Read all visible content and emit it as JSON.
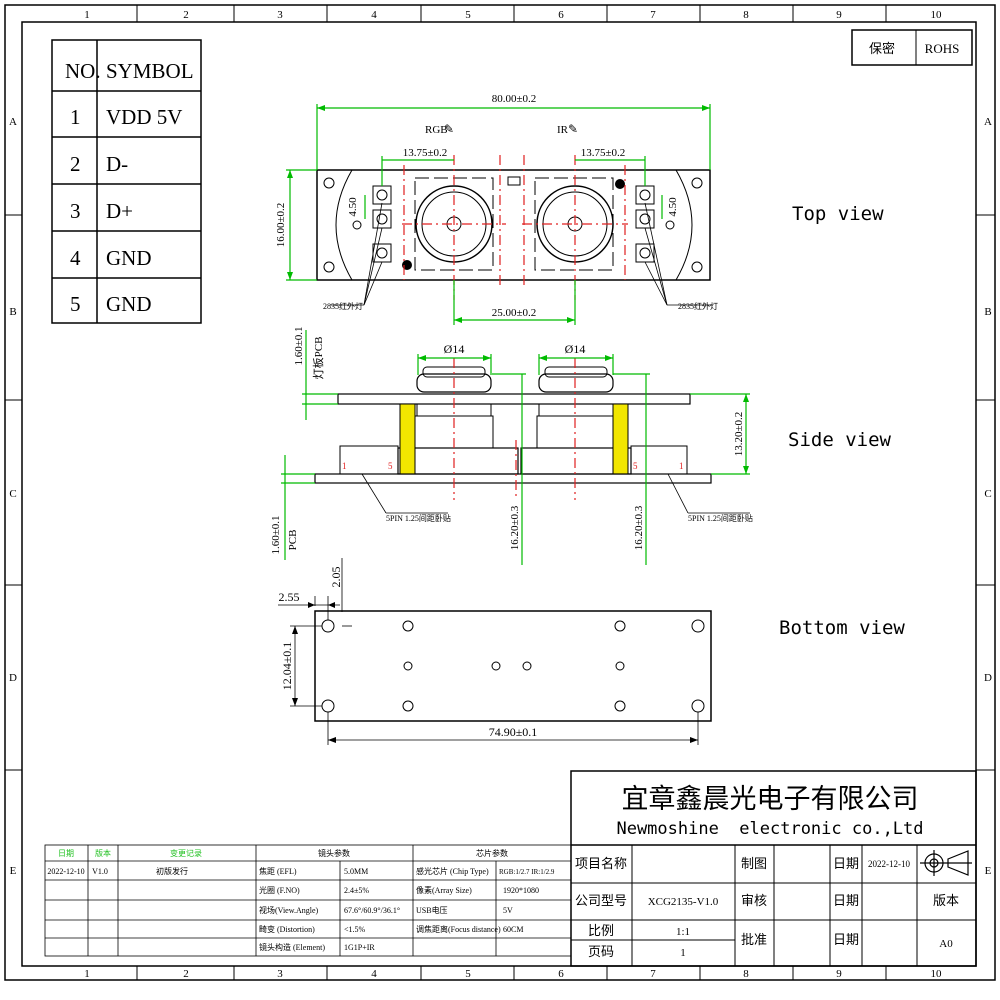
{
  "grid": {
    "cols": [
      "1",
      "2",
      "3",
      "4",
      "5",
      "6",
      "7",
      "8",
      "9",
      "10"
    ],
    "rows": [
      "A",
      "B",
      "C",
      "D",
      "E"
    ]
  },
  "corner_box": {
    "confidential": "保密",
    "rohs": "ROHS"
  },
  "symbol_table": {
    "header_no": "NO.",
    "header_symbol": "SYMBOL",
    "rows": [
      {
        "no": "1",
        "symbol": "VDD 5V"
      },
      {
        "no": "2",
        "symbol": "D-"
      },
      {
        "no": "3",
        "symbol": "D+"
      },
      {
        "no": "4",
        "symbol": "GND"
      },
      {
        "no": "5",
        "symbol": "GND"
      }
    ]
  },
  "views": {
    "top": "Top view",
    "side": "Side view",
    "bottom": "Bottom view"
  },
  "top_view": {
    "overall_width": "80.00±0.2",
    "height": "16.00±0.2",
    "rgb_label": "RGB",
    "ir_label": "IR",
    "left_offset": "13.75±0.2",
    "right_offset": "13.75±0.2",
    "pitch_left": "4.50",
    "pitch_right": "4.50",
    "lens_spacing": "25.00±0.2",
    "led_left": "2835红外灯",
    "led_right": "2835红外灯"
  },
  "side_view": {
    "lamp_pcb_thickness": "1.60±0.1",
    "lamp_pcb_label": "灯板PCB",
    "lens_dia_left": "Ø14",
    "lens_dia_right": "Ø14",
    "height_right": "13.20±0.2",
    "pcb_thickness": "1.60±0.1",
    "pcb_label": "PCB",
    "height_left": "16.20±0.3",
    "height_right2": "16.20±0.3",
    "conn_left": "5PIN 1.25间距卧贴",
    "conn_right": "5PIN 1.25间距卧贴",
    "pin1": "1",
    "pin5": "5",
    "pin1r": "1",
    "pin5r": "5"
  },
  "bottom_view": {
    "dim_x": "2.55",
    "dim_y": "2.05",
    "hole_span": "12.04±0.1",
    "width": "74.90±0.1"
  },
  "title_block": {
    "company_cn": "宜章鑫晨光电子有限公司",
    "company_en": "Newmoshine  electronic co.,Ltd",
    "project_name": "项目名称",
    "draw": "制图",
    "date": "日期",
    "date_value": "2022-12-10",
    "model_label": "公司型号",
    "model_value": "XCG2135-V1.0",
    "review": "审核",
    "date2": "日期",
    "version": "版本",
    "scale_label": "比例",
    "scale_value": "1:1",
    "approve": "批准",
    "date3": "日期",
    "version_value": "A0",
    "page_label": "页码",
    "page_value": "1"
  },
  "revision_table": {
    "h_date": "日期",
    "h_ver": "版本",
    "h_change": "变更记录",
    "date": "2022-12-10",
    "ver": "V1.0",
    "change": "初版发行"
  },
  "lens_params": {
    "title": "镜头参数",
    "rows": [
      {
        "k": "焦距 (EFL)",
        "v": "5.0MM"
      },
      {
        "k": "光圈 (F.NO)",
        "v": "2.4±5%"
      },
      {
        "k": "视场(View.Angle)",
        "v": "67.6°/60.9°/36.1°"
      },
      {
        "k": "畸变 (Distortion)",
        "v": "<1.5%"
      },
      {
        "k": "镜头构造 (Element)",
        "v": "1G1P+IR"
      }
    ]
  },
  "chip_params": {
    "title": "芯片参数",
    "rows": [
      {
        "k": "感光芯片 (Chip Type)",
        "v": "RGB:1/2.7 IR:1/2.9"
      },
      {
        "k": "像素(Array Size)",
        "v": "1920*1080"
      },
      {
        "k": "USB电压",
        "v": "5V"
      },
      {
        "k": "调焦距离(Focus distance)",
        "v": "60CM"
      }
    ]
  },
  "colors": {
    "dim": "#00bb00",
    "center": "#e02020",
    "glue": "#f2e600",
    "revision_head": "#20c020"
  }
}
